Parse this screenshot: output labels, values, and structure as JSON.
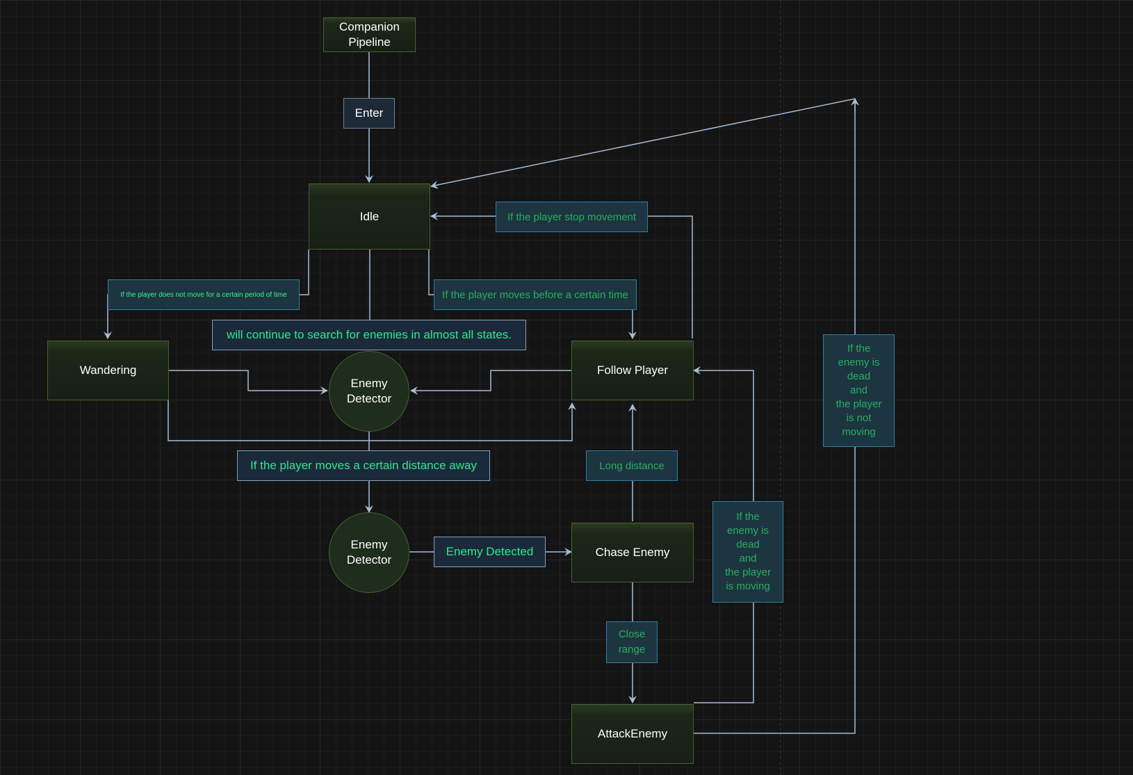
{
  "colors": {
    "edge": "#a7bdd6",
    "node_border": "#44632b",
    "label_text_green": "#27ae60",
    "label_text_bright": "#2ee88e"
  },
  "nodes": {
    "companion_pipeline": "Companion\nPipeline",
    "idle": "Idle",
    "wandering": "Wandering",
    "follow_player": "Follow Player",
    "enemy_detector_top": "Enemy\nDetector",
    "enemy_detector_bottom": "Enemy\nDetector",
    "chase_enemy": "Chase Enemy",
    "attack_enemy": "AttackEnemy"
  },
  "labels": {
    "enter": "Enter",
    "player_stop_movement": "If the player stop movement",
    "player_not_move": "If the player does not move for a certain period of time",
    "player_moves_before": "If the player moves before a certain time",
    "continue_search": "will continue to search for enemies in almost all states.",
    "player_moves_distance": "If the player moves a certain distance away",
    "long_distance": "Long distance",
    "enemy_detected": "Enemy Detected",
    "close_range": "Close\nrange",
    "enemy_dead_player_moving": "If the\nenemy is\ndead\nand\nthe player\nis moving",
    "enemy_dead_player_not_moving": "If the\nenemy is\ndead\nand\nthe player\nis not\nmoving"
  }
}
